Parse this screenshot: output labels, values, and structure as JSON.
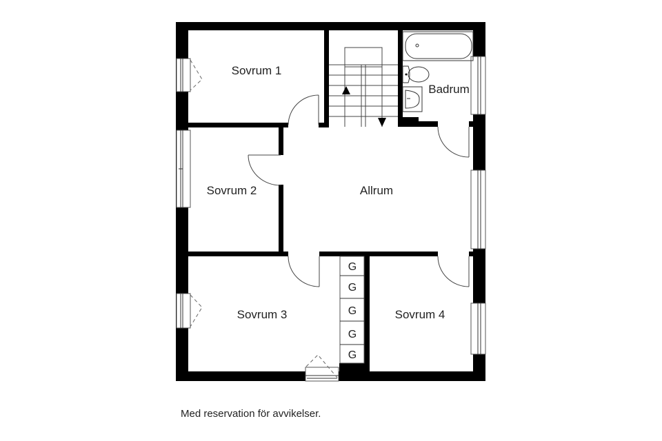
{
  "plan": {
    "rooms": {
      "sovrum1": "Sovrum 1",
      "sovrum2": "Sovrum 2",
      "sovrum3": "Sovrum 3",
      "sovrum4": "Sovrum 4",
      "allrum": "Allrum",
      "badrum": "Badrum"
    },
    "closets": [
      "G",
      "G",
      "G",
      "G",
      "G"
    ],
    "colors": {
      "wall": "#000000",
      "background": "#ffffff",
      "text": "#222222"
    }
  },
  "footnote": "Med reservation för avvikelser."
}
